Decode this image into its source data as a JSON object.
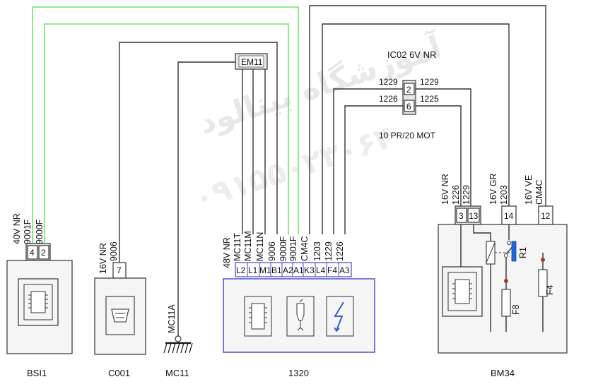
{
  "watermark": {
    "line1": "آموزشگاه بینالود",
    "line2": "۰۹۱۵۵۰۲۳۰۶۴"
  },
  "components": {
    "bsi": {
      "name": "BSI1",
      "pins": [
        "4",
        "2"
      ],
      "connector": "40V NR",
      "wires": [
        "9001F",
        "9000F"
      ]
    },
    "c001": {
      "name": "C001",
      "pin": "7",
      "connector": "16V NR",
      "wire": "9006"
    },
    "mc11": {
      "name": "MC11",
      "wire": "MC11A"
    },
    "ecu": {
      "name": "1320",
      "connector": "48V NR",
      "pins": [
        "L2",
        "L1",
        "M1",
        "B1",
        "A2",
        "A1",
        "K3",
        "L4",
        "F4",
        "A3"
      ],
      "wires": [
        "MC11T",
        "MC11M",
        "MC11N",
        "9006",
        "9000F",
        "9001F",
        "CM4C",
        "1203",
        "1229",
        "1226"
      ]
    },
    "bm34": {
      "name": "BM34",
      "conn1": {
        "label": "16V NR",
        "pins": [
          "3",
          "13"
        ],
        "wires": [
          "1226",
          "1229"
        ]
      },
      "conn2": {
        "label": "16V GR",
        "pin": "14",
        "wire": "1203"
      },
      "conn3": {
        "label": "16V VE",
        "pin": "12",
        "wire": "CM4C"
      },
      "relay": "R1",
      "fuses": [
        "F8",
        "F4"
      ]
    },
    "em11": {
      "name": "EM11"
    },
    "ic02": {
      "top_label": "IC02 6V NR",
      "bottom_label": "10 PR/20 MOT",
      "pins": [
        "2",
        "6"
      ],
      "left_wires": [
        "1229",
        "1226"
      ],
      "right_wires": [
        "1229",
        "1225"
      ]
    }
  },
  "colors": {
    "green_wire": "#6ee66e",
    "ecu_border": "#4444cc",
    "relay_coil": "#2266dd"
  }
}
